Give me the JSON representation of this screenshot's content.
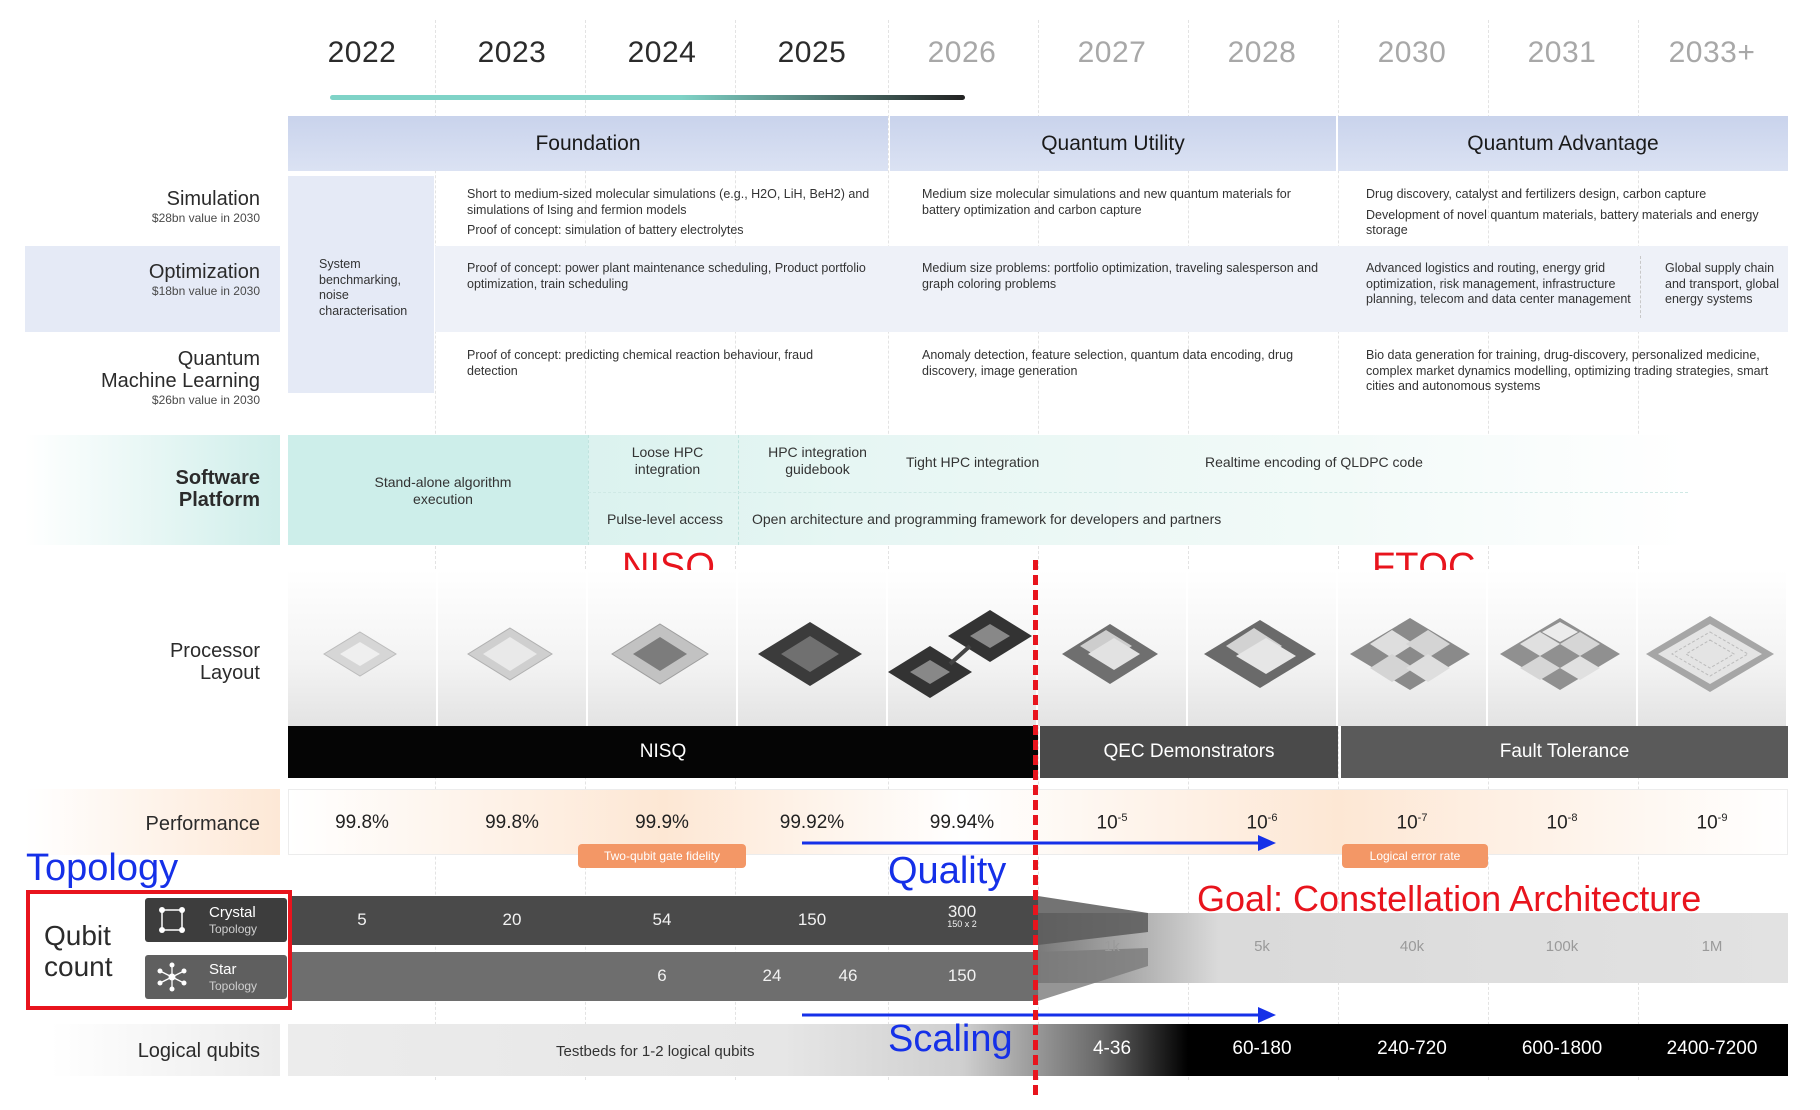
{
  "years": {
    "y2022": "2022",
    "y2023": "2023",
    "y2024": "2024",
    "y2025": "2025",
    "y2026": "2026",
    "y2027": "2027",
    "y2028": "2028",
    "y2030": "2030",
    "y2031": "2031",
    "y2033": "2033+"
  },
  "phases": {
    "foundation": "Foundation",
    "utility": "Quantum Utility",
    "advantage": "Quantum Advantage"
  },
  "rows": {
    "simulation": {
      "title": "Simulation",
      "sub": "$28bn value in 2030"
    },
    "optimization": {
      "title": "Optimization",
      "sub": "$18bn value in 2030"
    },
    "qml": {
      "title1": "Quantum",
      "title2": "Machine Learning",
      "sub": "$26bn value in 2030"
    },
    "software": {
      "title1": "Software",
      "title2": "Platform"
    },
    "processor": {
      "title1": "Processor",
      "title2": "Layout"
    },
    "performance": {
      "title": "Performance"
    },
    "qubit_count": {
      "title1": "Qubit",
      "title2": "count"
    },
    "logical": {
      "title": "Logical qubits"
    }
  },
  "apps": {
    "system_bench": "System benchmarking, noise characterisation",
    "sim_found_1": "Short to medium-sized molecular simulations (e.g., H2O, LiH, BeH2) and simulations of Ising and fermion models",
    "sim_found_2": "Proof of concept: simulation of battery electrolytes",
    "sim_util": "Medium size molecular simulations and new quantum materials for battery optimization and carbon capture",
    "sim_adv_1": "Drug discovery, catalyst and fertilizers design, carbon capture",
    "sim_adv_2": "Development of novel quantum materials, battery materials and energy storage",
    "opt_found": "Proof of concept: power plant maintenance scheduling, Product portfolio optimization, train scheduling",
    "opt_util": "Medium size problems: portfolio optimization, traveling salesperson and graph coloring problems",
    "opt_adv_1": "Advanced logistics and routing, energy grid optimization, risk management, infrastructure planning, telecom and data center management",
    "opt_adv_2": "Global supply chain and transport, global energy systems",
    "qml_found": "Proof of concept:  predicting chemical reaction behaviour, fraud detection",
    "qml_util": "Anomaly detection, feature selection, quantum data encoding, drug discovery, image generation",
    "qml_adv": "Bio data generation for training, drug-discovery, personalized medicine, complex market dynamics modelling, optimizing trading strategies, smart cities and autonomous systems"
  },
  "software": {
    "standalone": "Stand-alone algorithm execution",
    "loose": "Loose HPC integration",
    "guidebook": "HPC integration guidebook",
    "tight": "Tight HPC integration",
    "realtime": "Realtime encoding of QLDPC code",
    "pulse": "Pulse-level access",
    "open": "Open architecture and programming framework for developers and partners"
  },
  "annotations": {
    "nisq": "NISQ",
    "ftqc": "FTQC",
    "topology": "Topology",
    "quality": "Quality",
    "goal": "Goal: Constellation Architecture",
    "scaling": "Scaling"
  },
  "stages": {
    "nisq": "NISQ",
    "qec": "QEC Demonstrators",
    "ft": "Fault Tolerance"
  },
  "performance": {
    "p2022": "99.8%",
    "p2023": "99.8%",
    "p2024": "99.9%",
    "p2025": "99.92%",
    "p2026": "99.94%",
    "pill_two_qubit": "Two-qubit gate fidelity",
    "pill_logical": "Logical error rate",
    "err_base": "10",
    "e2027": "-5",
    "e2028": "-6",
    "e2030": "-7",
    "e2031": "-8",
    "e2033": "-9"
  },
  "qubits": {
    "crystal_name": "Crystal",
    "star_name": "Star",
    "topology_word": "Topology",
    "c2022": "5",
    "c2023": "20",
    "c2024": "54",
    "c2025": "150",
    "c2026": "300",
    "c2026_sub": "150 x 2",
    "s2024": "6",
    "s2025a": "24",
    "s2025b": "46",
    "s2026": "150",
    "f2027": "1k",
    "f2028": "5k",
    "f2030": "40k",
    "f2031": "100k",
    "f2033": "1M"
  },
  "logical": {
    "testbeds": "Testbeds for 1-2 logical qubits",
    "l2027": "4-36",
    "l2028": "60-180",
    "l2030": "240-720",
    "l2031": "600-1800",
    "l2033": "2400-7200"
  },
  "colors": {
    "annotation_red": "#e8141d",
    "annotation_blue": "#1530e8",
    "teal": "#7fd3c7",
    "orange_pill": "#f39766"
  }
}
